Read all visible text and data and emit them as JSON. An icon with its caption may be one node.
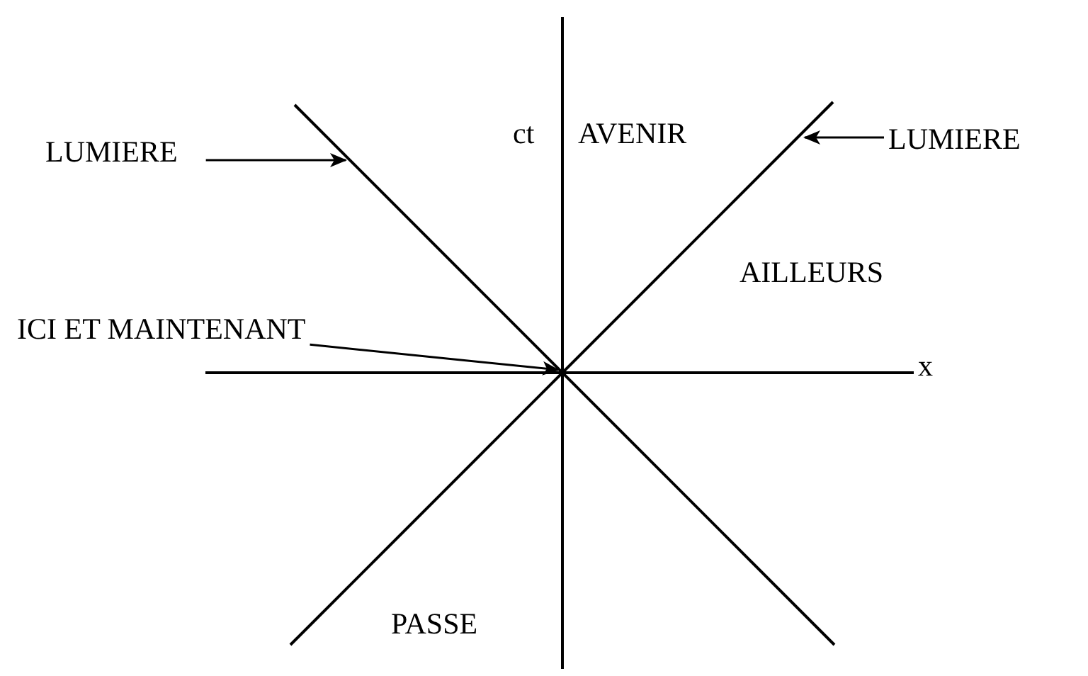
{
  "diagram": {
    "nodes": [
      {
        "text": [
          "LUMIERE"
        ]
      },
      {
        "text": [
          "LUMIERE"
        ]
      },
      {
        "text": [
          "ICI ET MAINTENANT"
        ]
      }
    ],
    "edges": [
      {
        "from": 0,
        "to": null,
        "arrow": "to"
      },
      {
        "from": 1,
        "to": null,
        "arrow": "to"
      },
      {
        "from": 2,
        "to": null,
        "arrow": "to"
      }
    ],
    "labels": [
      "ct",
      "AVENIR",
      "AILLEURS",
      "x",
      "PASSE"
    ]
  }
}
